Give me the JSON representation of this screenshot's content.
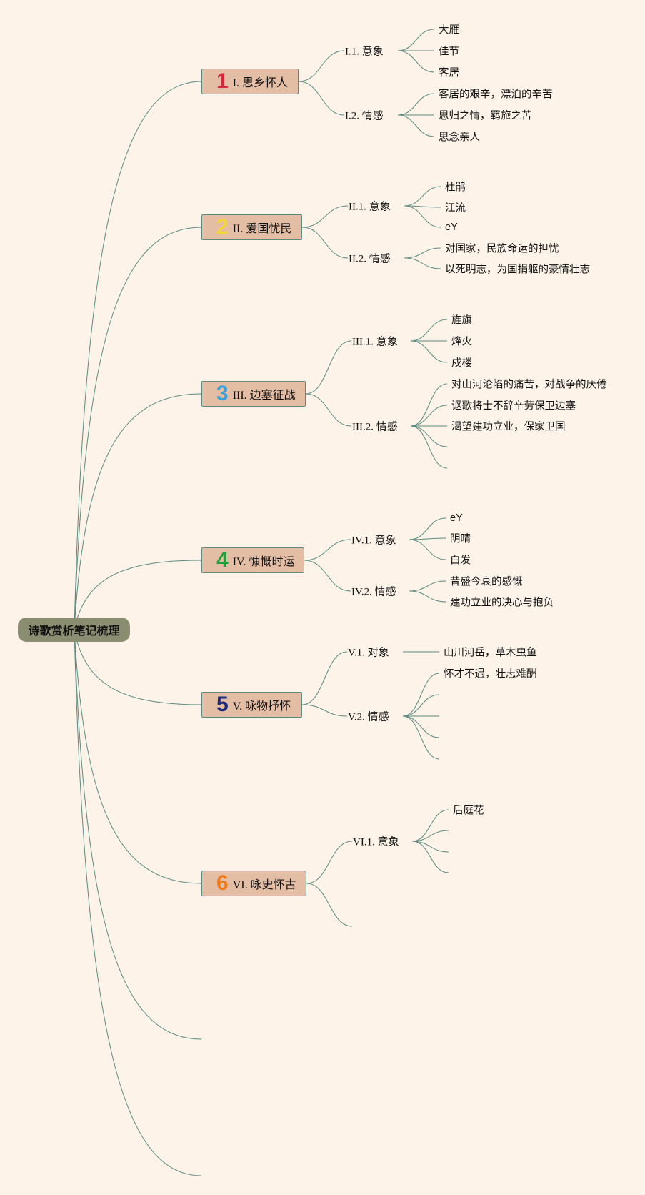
{
  "root": {
    "label": "诗歌赏析笔记梳理"
  },
  "colors": {
    "background": "#fdf3e9",
    "line": "#5c8a80",
    "topic_fill": "#e4bda5",
    "root_fill": "#8b8d70"
  },
  "topics": [
    {
      "number": "1",
      "number_color": "#d7263d",
      "label": "I. 思乡怀人",
      "subs": [
        {
          "label": "I.1. 意象",
          "leaves": [
            "大雁",
            "佳节",
            "客居"
          ]
        },
        {
          "label": "I.2. 情感",
          "leaves": [
            "客居的艰辛，漂泊的辛苦",
            "思归之情，羁旅之苦",
            "思念亲人"
          ]
        }
      ]
    },
    {
      "number": "2",
      "number_color": "#f2d53c",
      "label": "II. 爱国忧民",
      "subs": [
        {
          "label": "II.1. 意象",
          "leaves": [
            "杜鹃",
            "江流",
            "eY"
          ]
        },
        {
          "label": "II.2. 情感",
          "leaves": [
            "对国家，民族命运的担忧",
            "以死明志，为国捐躯的豪情壮志"
          ]
        }
      ]
    },
    {
      "number": "3",
      "number_color": "#3aa0d8",
      "label": "III. 边塞征战",
      "subs": [
        {
          "label": "III.1. 意象",
          "leaves": [
            "旌旗",
            "烽火",
            "戍楼"
          ]
        },
        {
          "label": "III.2. 情感",
          "leaves": [
            "对山河沦陷的痛苦，对战争的厌倦",
            "讴歌将士不辞辛劳保卫边塞",
            "渴望建功立业，保家卫国",
            "",
            ""
          ]
        }
      ]
    },
    {
      "number": "4",
      "number_color": "#1f9e3a",
      "label": "IV. 慷慨时运",
      "subs": [
        {
          "label": "IV.1. 意象",
          "leaves": [
            "eY",
            "阴晴",
            "白发"
          ]
        },
        {
          "label": "IV.2. 情感",
          "leaves": [
            "昔盛今衰的感慨",
            "建功立业的决心与抱负"
          ]
        }
      ]
    },
    {
      "number": "5",
      "number_color": "#1f2a78",
      "label": "V. 咏物抒怀",
      "subs": [
        {
          "label": "V.1. 对象",
          "leaves": [
            "山川河岳，草木虫鱼"
          ]
        },
        {
          "label": "V.2. 情感",
          "leaves": [
            "怀才不遇，壮志难酬",
            "",
            "",
            "",
            ""
          ]
        }
      ]
    },
    {
      "number": "6",
      "number_color": "#f07a1a",
      "label": "VI. 咏史怀古",
      "subs": [
        {
          "label": "VI.1. 意象",
          "leaves": [
            "后庭花",
            "",
            "",
            ""
          ]
        },
        {
          "label": "",
          "leaves": []
        }
      ]
    }
  ]
}
